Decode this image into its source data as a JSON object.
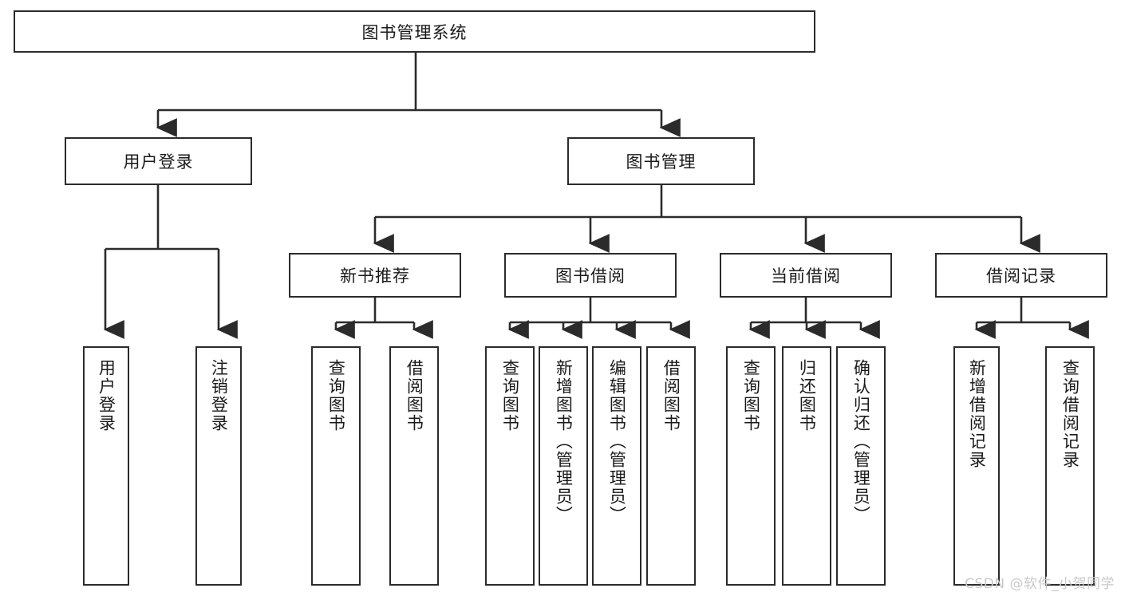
{
  "diagram": {
    "title": "图书管理系统",
    "watermark": "CSDN @软件_小贺同学",
    "line_color": "#2b2b2b",
    "box_fill": "#ffffff",
    "text_color": "#1a1a1a",
    "watermark_color": "#c9c9c9"
  },
  "levels": {
    "root": {
      "label": "图书管理系统"
    },
    "level2": [
      {
        "label": "用户登录"
      },
      {
        "label": "图书管理"
      }
    ],
    "level3": [
      {
        "label": "新书推荐"
      },
      {
        "label": "图书借阅"
      },
      {
        "label": "当前借阅"
      },
      {
        "label": "借阅记录"
      }
    ],
    "leaves": [
      {
        "label": "用户登录"
      },
      {
        "label": "注销登录"
      },
      {
        "label": "查询图书"
      },
      {
        "label": "借阅图书"
      },
      {
        "label": "查询图书"
      },
      {
        "label": "新增图书（管理员）"
      },
      {
        "label": "编辑图书（管理员）"
      },
      {
        "label": "借阅图书"
      },
      {
        "label": "查询图书"
      },
      {
        "label": "归还图书"
      },
      {
        "label": "确认归还（管理员）"
      },
      {
        "label": "新增借阅记录"
      },
      {
        "label": "查询借阅记录"
      }
    ]
  },
  "tree": {
    "图书管理系统": [
      "用户登录",
      "图书管理"
    ],
    "用户登录": [
      "用户登录",
      "注销登录"
    ],
    "图书管理": [
      "新书推荐",
      "图书借阅",
      "当前借阅",
      "借阅记录"
    ],
    "新书推荐": [
      "查询图书",
      "借阅图书"
    ],
    "图书借阅": [
      "查询图书",
      "新增图书（管理员）",
      "编辑图书（管理员）",
      "借阅图书"
    ],
    "当前借阅": [
      "查询图书",
      "归还图书",
      "确认归还（管理员）"
    ],
    "借阅记录": [
      "新增借阅记录",
      "查询借阅记录"
    ]
  }
}
